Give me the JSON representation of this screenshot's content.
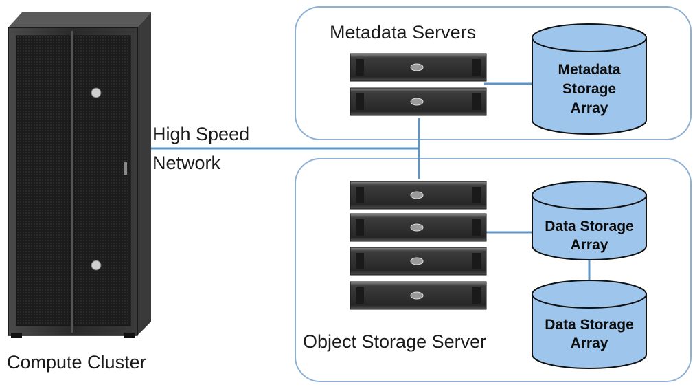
{
  "labels": {
    "metadata_servers": "Metadata Servers",
    "high_speed_network_line1": "High Speed",
    "high_speed_network_line2": "Network",
    "object_storage_server": "Object Storage Server",
    "compute_cluster": "Compute Cluster"
  },
  "storage": {
    "metadata_array": {
      "line1": "Metadata",
      "line2": "Storage",
      "line3": "Array"
    },
    "data_array_1": {
      "line1": "Data Storage",
      "line2": "Array"
    },
    "data_array_2": {
      "line1": "Data Storage",
      "line2": "Array"
    }
  },
  "counts": {
    "metadata_servers": 2,
    "object_storage_servers": 4
  },
  "colors": {
    "box_border": "#8eb0d4",
    "cylinder_fill": "#9ec6ec",
    "cylinder_stroke": "#111111",
    "link_line": "#5f95c4",
    "rack_body": "#2a2a2a",
    "server_face": "#3a3a3a"
  }
}
